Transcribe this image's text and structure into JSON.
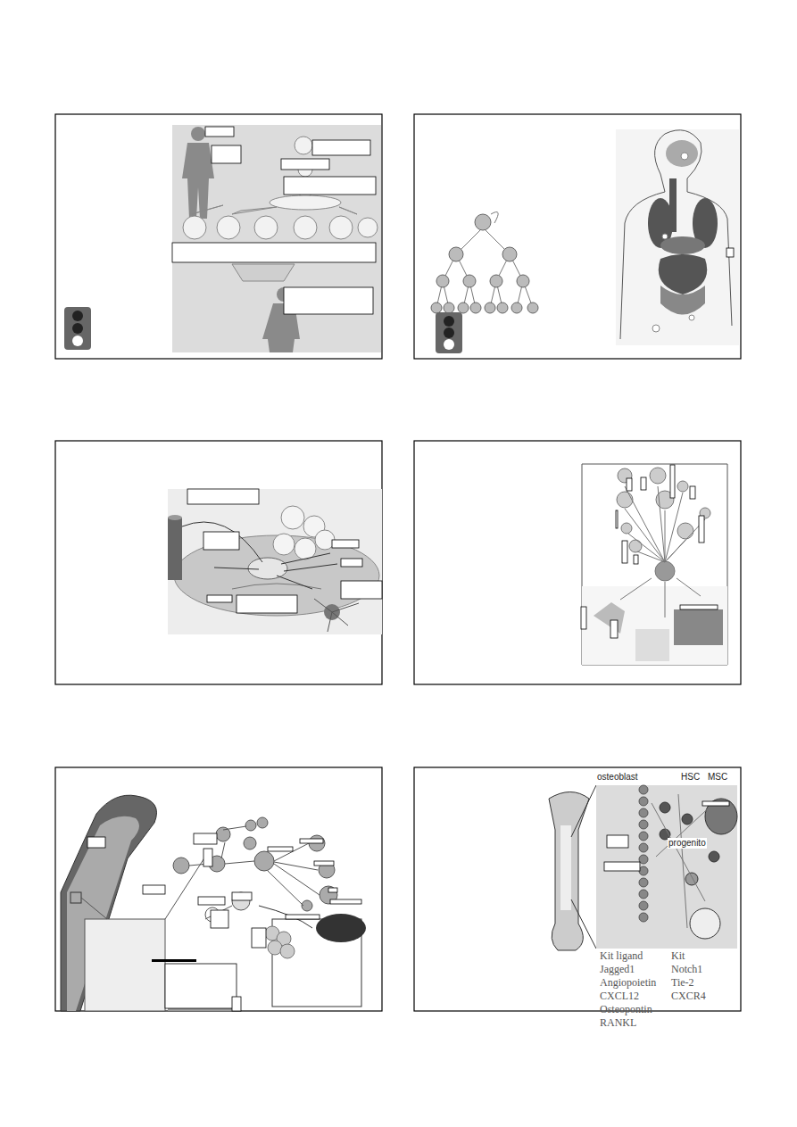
{
  "diagram": {
    "labels": [
      "osteoblast",
      "HSC",
      "MSC",
      "progenito",
      "Kit ligand",
      "Jagged1",
      "Angiopoietin",
      "CXCL12",
      "Osteopontin",
      "RANKL",
      "Kit",
      "Notch1",
      "Tie-2",
      "CXCR4"
    ]
  }
}
